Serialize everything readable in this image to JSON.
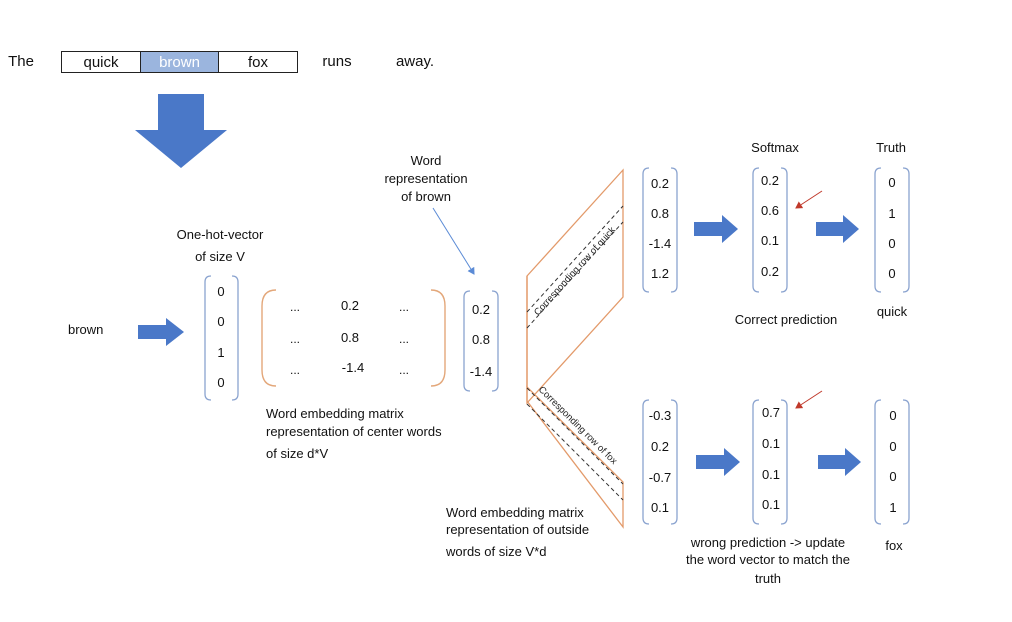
{
  "sentence": {
    "words": [
      "The",
      "quick",
      "brown",
      "fox",
      "runs",
      "away."
    ]
  },
  "labels": {
    "center_word": "brown",
    "one_hot_title_1": "One-hot-vector",
    "one_hot_title_2": "of size V",
    "word_rep_1": "Word",
    "word_rep_2": "representation",
    "word_rep_3": "of brown",
    "center_matrix_1": "Word embedding matrix",
    "center_matrix_2": "representation of center words",
    "center_matrix_3": "of size d*V",
    "outside_matrix_1": "Word embedding matrix",
    "outside_matrix_2": "representation of outside",
    "outside_matrix_3": "words of size V*d",
    "row_quick": "Corresponding row of quick",
    "row_fox": "Corresponding row of fox",
    "softmax": "Softmax",
    "truth": "Truth",
    "correct_prediction": "Correct prediction",
    "wrong_1": "wrong prediction -> update",
    "wrong_2": "the word vector to match the",
    "wrong_3": "truth",
    "truth_word_top": "quick",
    "truth_word_bottom": "fox"
  },
  "one_hot": [
    "0",
    "0",
    "1",
    "0"
  ],
  "center_matrix": {
    "rows": [
      [
        "...",
        "0.2",
        "..."
      ],
      [
        "...",
        "0.8",
        "..."
      ],
      [
        "...",
        "-1.4",
        "..."
      ]
    ]
  },
  "word_vector": [
    "0.2",
    "0.8",
    "-1.4"
  ],
  "top": {
    "scores": [
      "0.2",
      "0.8",
      "-1.4",
      "1.2"
    ],
    "softmax": [
      "0.2",
      "0.6",
      "0.1",
      "0.2"
    ],
    "truth": [
      "0",
      "1",
      "0",
      "0"
    ]
  },
  "bottom": {
    "scores": [
      "-0.3",
      "0.2",
      "-0.7",
      "0.1"
    ],
    "softmax": [
      "0.7",
      "0.1",
      "0.1",
      "0.1"
    ],
    "truth": [
      "0",
      "0",
      "0",
      "1"
    ]
  },
  "colors": {
    "arrow_blue": "#4a78c8",
    "highlight": "#9bb5de",
    "bracket_orange": "#e3a77a",
    "bracket_blue": "#8aa3cf",
    "line_orange": "#e39a6a",
    "annotation_arrow": "#c0392b",
    "pointer_arrow": "#5b8bd6"
  }
}
